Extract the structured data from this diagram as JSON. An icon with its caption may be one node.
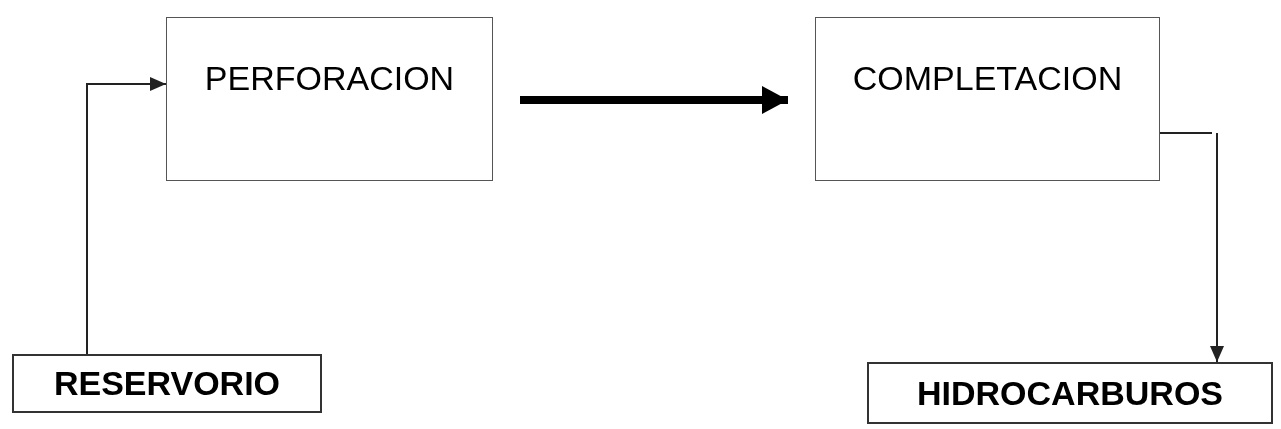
{
  "diagram": {
    "nodes": [
      {
        "text": [
          "PERFORACION"
        ]
      },
      {
        "text": [
          "COMPLETACION"
        ]
      },
      {
        "text": [
          "RESERVORIO"
        ]
      },
      {
        "text": [
          "HIDROCARBUROS"
        ]
      }
    ],
    "edges": [
      {
        "from": 2,
        "to": 0,
        "arrow": "to"
      },
      {
        "from": 0,
        "to": 1,
        "arrow": "to",
        "style": "thick"
      },
      {
        "from": 1,
        "to": 3,
        "arrow": "to"
      }
    ]
  }
}
